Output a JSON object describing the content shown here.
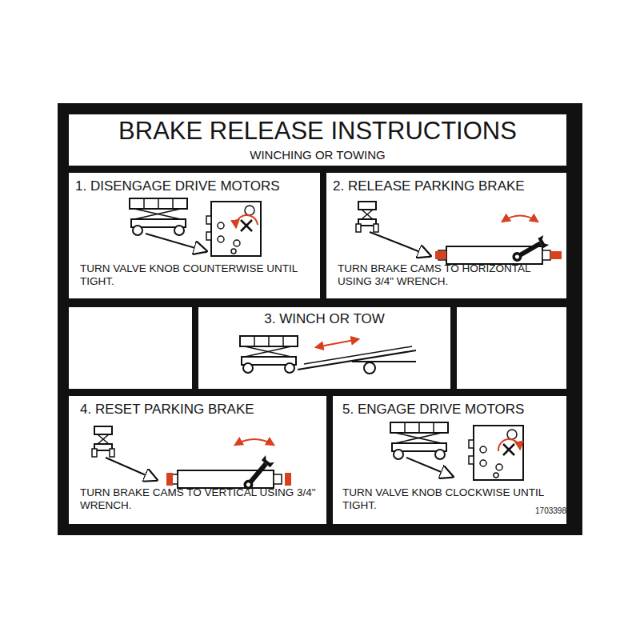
{
  "diagram": {
    "nodes": [
      {
        "text": [
          "BRAKE RELEASE INSTRUCTIONS",
          "WINCHING OR TOWING"
        ]
      },
      {
        "text": [
          "1. DISENGAGE DRIVE MOTORS",
          "TURN VALVE KNOB COUNTERWISE UNTIL TIGHT."
        ]
      },
      {
        "text": [
          "2. RELEASE PARKING BRAKE",
          "TURN BRAKE CAMS TO HORIZONTAL USING 3/4\" WRENCH."
        ]
      },
      {
        "text": [
          "3. WINCH OR TOW"
        ]
      },
      {
        "text": [
          "4. RESET PARKING BRAKE",
          "TURN BRAKE CAMS TO VERTICAL USING 3/4\" WRENCH."
        ]
      },
      {
        "text": [
          "5. ENGAGE DRIVE MOTORS",
          "TURN VALVE KNOB CLOCKWISE UNTIL TIGHT."
        ]
      }
    ],
    "labels": [
      "1703398"
    ]
  }
}
